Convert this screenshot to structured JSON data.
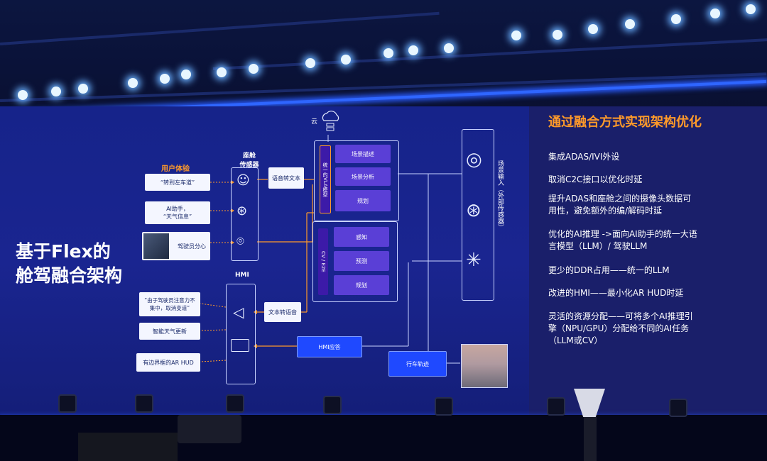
{
  "slide": {
    "main_title_line1": "基于Flex的",
    "main_title_line2": "舱驾融合架构"
  },
  "diagram": {
    "cloud_label": "云",
    "user_experience_label": "用户体验",
    "cabin_sensor_label_line1": "座舱",
    "cabin_sensor_label_line2": "传感器",
    "hmi_label": "HMI",
    "user_items": [
      "“转到左车道”",
      "AI助手，\n“天气信息”",
      "驾驶员分心"
    ],
    "hmi_outputs": [
      "“由于驾驶员注意力不\n集中，取消变道”",
      "智能天气更新",
      "有边界框的AR HUD"
    ],
    "speech_to_text": "语音转文本",
    "text_to_speech": "文本转语音",
    "vla_tag": "统一的VLA模型",
    "vla_steps": [
      "场景描述",
      "场景分析",
      "规划"
    ],
    "cv_tag": "CV / E2E",
    "cv_steps": [
      "感知",
      "预测",
      "规划"
    ],
    "hmi_response": "HMI应答",
    "trajectory": "行车轨迹",
    "scene_input_label": "场景输入（外部传感器）"
  },
  "sidebar": {
    "title": "通过融合方式实现架构优化",
    "items": [
      "集成ADAS/IVI外设",
      "取消C2C接口以优化时延",
      "提升ADAS和座舱之间的摄像头数据可用性，避免额外的编/解码时延",
      "优化的AI推理 ->面向AI助手的统一大语言模型（LLM）/ 驾驶LLM",
      "更少的DDR占用——统一的LLM",
      "改进的HMI——最小化AR HUD时延",
      "灵活的资源分配——可将多个AI推理引擎（NPU/GPU）分配给不同的AI任务（LLM或CV）"
    ]
  },
  "colors": {
    "screen": "#1a2590",
    "accent_orange": "#ff9a2a",
    "purple": "#5a3fd6",
    "blue": "#1f49ff"
  }
}
